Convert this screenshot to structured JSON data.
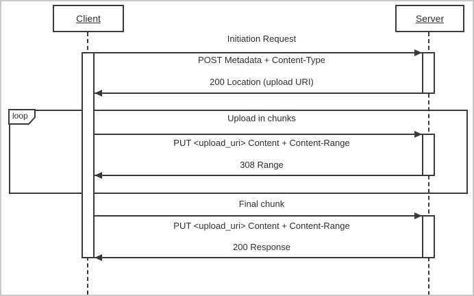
{
  "diagram": {
    "type": "sequence-diagram",
    "actors": {
      "client": "Client",
      "server": "Server"
    },
    "loop_fragment_label": "loop",
    "sections": [
      {
        "label": "Initiation Request",
        "request": "POST Metadata + Content-Type",
        "response": "200 Location (upload URI)"
      },
      {
        "label": "Upload in chunks",
        "request": "PUT <upload_uri> Content + Content-Range",
        "response": "308 Range",
        "inside_loop": true
      },
      {
        "label": "Final chunk",
        "request": "PUT <upload_uri> Content + Content-Range",
        "response": "200 Response"
      }
    ],
    "colors": {
      "line": "#3a3a3a",
      "text": "#2e2e2e",
      "background": "#ffffff",
      "outer_border": "#c8c8c8"
    }
  }
}
